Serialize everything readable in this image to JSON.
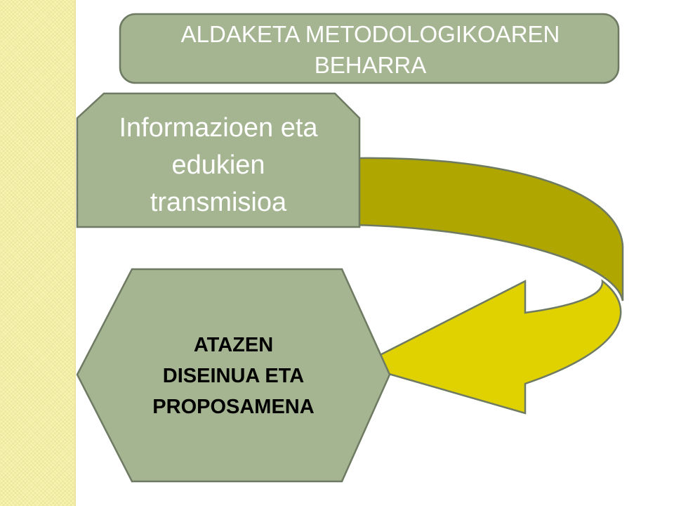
{
  "title": {
    "line1": "ALDAKETA METODOLOGIKOAREN",
    "line2": "BEHARRA"
  },
  "info_box": {
    "line1": "Informazioen eta",
    "line2": "edukien",
    "line3": "transmisioa"
  },
  "task_box": {
    "line1": "ATAZEN",
    "line2": "DISEINUA ETA",
    "line3": "PROPOSAMENA"
  },
  "colors": {
    "box_fill": "#a5b592",
    "box_stroke": "#6e7a62",
    "arrow_dark": "#b0a600",
    "arrow_light": "#e0d200",
    "side_strip": "#f7f3b0"
  }
}
